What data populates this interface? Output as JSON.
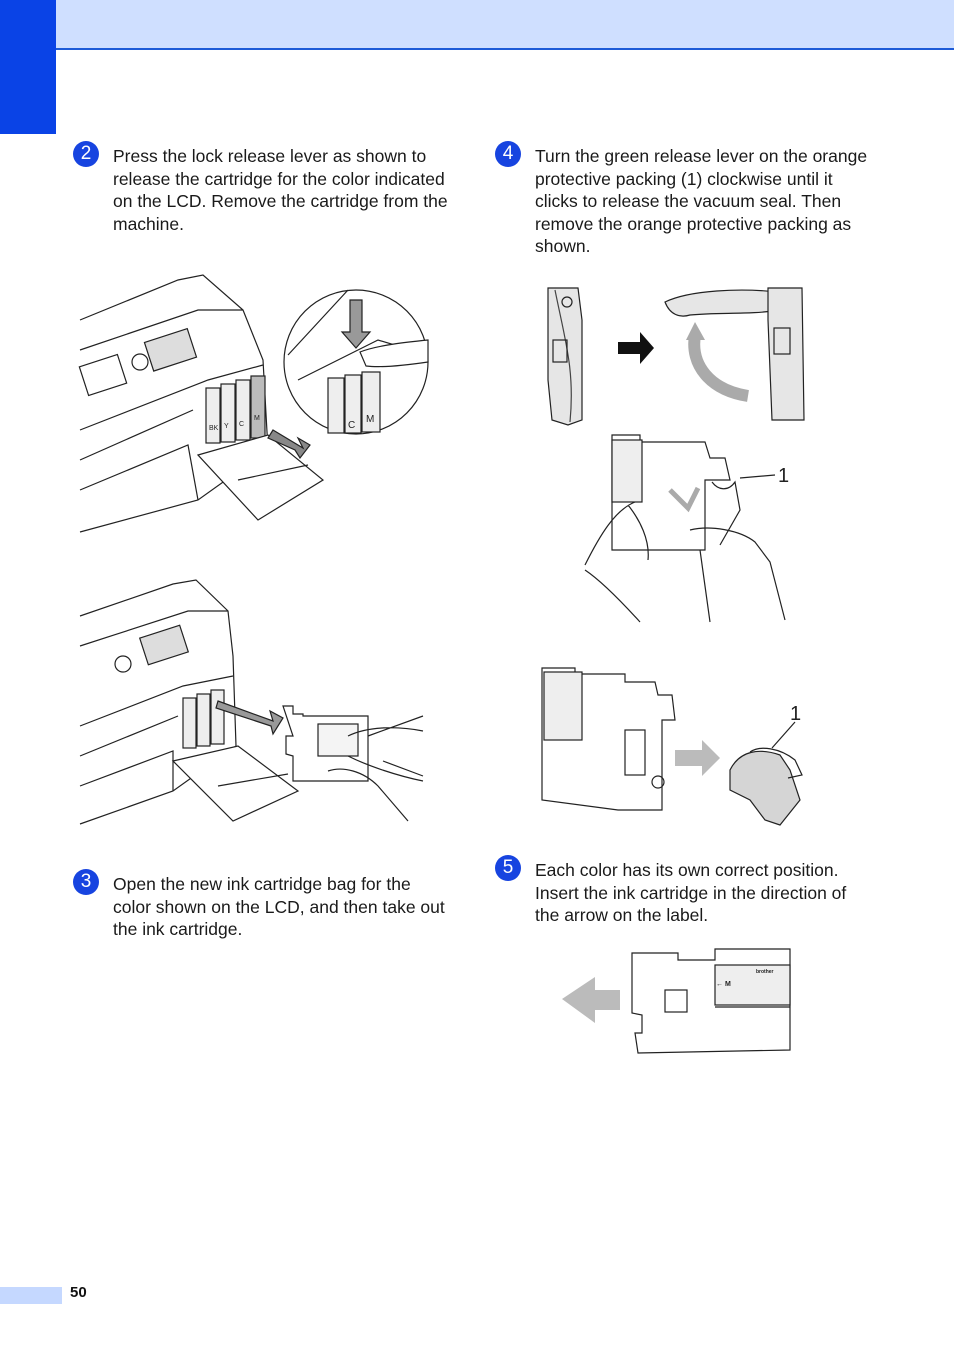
{
  "steps": [
    {
      "number": "2",
      "text": "Press the lock release lever as shown to release the cartridge for the color indicated on the LCD. Remove the cartridge from the machine."
    },
    {
      "number": "3",
      "text": "Open the new ink cartridge bag for the color shown on the LCD, and then take out the ink cartridge."
    },
    {
      "number": "4",
      "text": "Turn the green release lever on the orange protective packing (1) clockwise until it clicks to release the vacuum seal. Then remove the orange protective packing as shown."
    },
    {
      "number": "5",
      "text": "Each color has its own correct position. Insert the ink cartridge in the direction of the arrow on the label."
    }
  ],
  "figures": {
    "printer_labels": [
      "BK",
      "Y",
      "C",
      "M"
    ],
    "zoom_labels": [
      "C",
      "M"
    ],
    "callout_number": "1",
    "cartridge_label_color": "← M",
    "cartridge_label_brand": "brother"
  },
  "page_number": "50",
  "colors": {
    "accent": "#0a43e6",
    "header_band": "#cfdfff"
  }
}
